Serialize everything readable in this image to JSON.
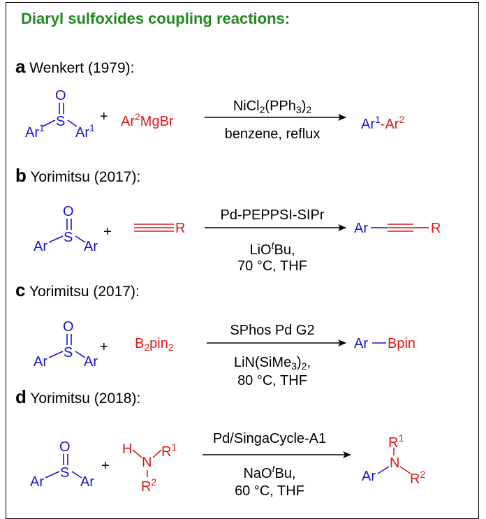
{
  "title": "Diaryl sulfoxides coupling reactions:",
  "sections": [
    {
      "letter": "a",
      "label": " Wenkert (1979):",
      "sulfoxide": {
        "o": "O",
        "s": "S",
        "ar_left": "Ar",
        "ar_left_sup": "1",
        "ar_right": "Ar",
        "ar_right_sup": "1"
      },
      "plus": "+",
      "reagent": {
        "pre": "Ar",
        "sup": "2",
        "post": "MgBr"
      },
      "conditions_top": {
        "a": "NiCl",
        "a_sub": "2",
        "b": "(PPh",
        "b_sub": "3",
        "c": ")",
        "c_sub": "2"
      },
      "conditions_bottom": [
        "benzene, reflux"
      ],
      "product": {
        "ar1": "Ar",
        "ar1_sup": "1",
        "dash": "-",
        "ar2": "Ar",
        "ar2_sup": "2"
      }
    },
    {
      "letter": "b",
      "label": " Yorimitsu (2017):",
      "sulfoxide": {
        "o": "O",
        "s": "S",
        "ar_left": "Ar",
        "ar_right": "Ar"
      },
      "plus": "+",
      "reagent": {
        "r": "R"
      },
      "conditions_top": "Pd-PEPPSI-SIPr",
      "conditions_bottom": [
        {
          "pre": "LiO",
          "sup": "t",
          "post": "Bu,"
        },
        "70 °C, THF"
      ],
      "product": {
        "ar": "Ar",
        "r": "R"
      }
    },
    {
      "letter": "c",
      "label": " Yorimitsu (2017):",
      "sulfoxide": {
        "o": "O",
        "s": "S",
        "ar_left": "Ar",
        "ar_right": "Ar"
      },
      "plus": "+",
      "reagent": {
        "b": "B",
        "b_sub": "2",
        "pin": "pin",
        "pin_sub": "2"
      },
      "conditions_top": "SPhos Pd G2",
      "conditions_bottom": [
        {
          "pre": "LiN(SiMe",
          "sub": "3",
          "post": ")",
          "sub2": "2",
          "tail": ","
        },
        "80 °C, THF"
      ],
      "product": {
        "ar": "Ar",
        "bpin": "Bpin"
      }
    },
    {
      "letter": "d",
      "label": " Yorimitsu (2018):",
      "sulfoxide": {
        "o": "O",
        "s": "S",
        "ar_left": "Ar",
        "ar_right": "Ar"
      },
      "plus": "+",
      "reagent": {
        "h": "H",
        "n": "N",
        "r1": "R",
        "r1_sup": "1",
        "r2": "R",
        "r2_sup": "2"
      },
      "conditions_top": "Pd/SingaCycle-A1",
      "conditions_bottom": [
        {
          "pre": "NaO",
          "sup": "t",
          "post": "Bu,"
        },
        "60 °C, THF"
      ],
      "product": {
        "ar": "Ar",
        "n": "N",
        "r1": "R",
        "r1_sup": "1",
        "r2": "R",
        "r2_sup": "2"
      }
    }
  ],
  "colors": {
    "title": "#1f8a1f",
    "blue": "#1414d2",
    "red": "#e01818"
  }
}
